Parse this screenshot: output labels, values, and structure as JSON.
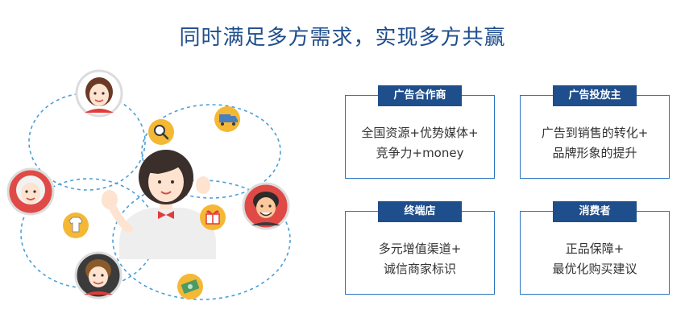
{
  "headline": "同时满足多方需求，实现多方共赢",
  "cards": [
    {
      "tag": "广告合作商",
      "lines": [
        "全国资源+优势媒体+",
        "竞争力+money"
      ]
    },
    {
      "tag": "广告投放主",
      "lines": [
        "广告到销售的转化+",
        "品牌形象的提升"
      ]
    },
    {
      "tag": "终端店",
      "lines": [
        "多元增值渠道+",
        "诚信商家标识"
      ]
    },
    {
      "tag": "消费者",
      "lines": [
        "正品保障+",
        "最优化购买建议"
      ]
    }
  ],
  "illustration": {
    "people": [
      "woman-avatar",
      "grandma-avatar",
      "boy-avatar",
      "cheerful-man-avatar",
      "central-woman-figure"
    ],
    "icons": [
      "magnifier-icon",
      "delivery-truck-icon",
      "gift-icon",
      "shirt-icon",
      "money-icon"
    ]
  },
  "colors": {
    "headline": "#1f4e8c",
    "tag_bg": "#1f4e8c",
    "card_border": "#2a73c0",
    "dash_ring": "#4a9fd8",
    "icon_circle": "#f5b835",
    "avatar_ring": "#dcdcdc"
  }
}
